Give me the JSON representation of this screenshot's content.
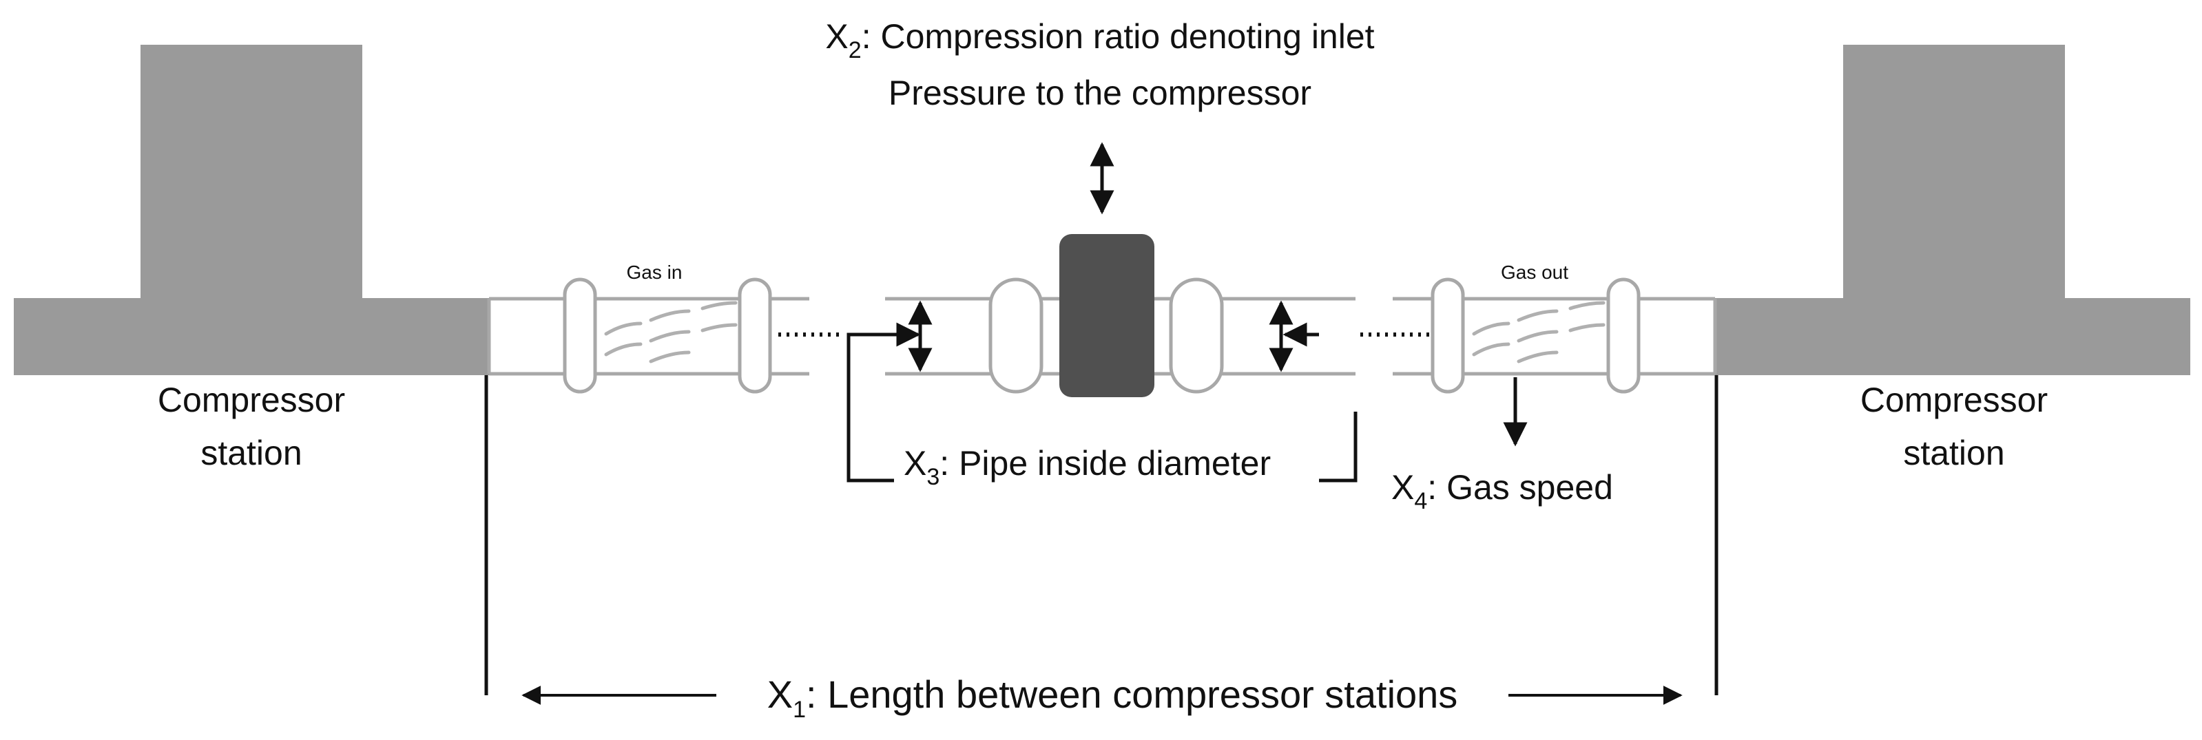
{
  "diagram": {
    "stations": {
      "left": {
        "line1": "Compressor",
        "line2": "station"
      },
      "right": {
        "line1": "Compressor",
        "line2": "station"
      }
    },
    "pipe_labels": {
      "gas_in": "Gas in",
      "gas_out": "Gas out"
    },
    "variables": {
      "x1": {
        "symbol": "X",
        "index": "1",
        "text": ": Length between compressor stations"
      },
      "x2": {
        "symbol": "X",
        "index": "2",
        "text": ": Compression ratio denoting inlet",
        "line2": "Pressure to the compressor"
      },
      "x3": {
        "symbol": "X",
        "index": "3",
        "text": ": Pipe inside diameter"
      },
      "x4": {
        "symbol": "X",
        "index": "4",
        "text": ": Gas speed"
      }
    },
    "colors": {
      "station": "#9a9a9a",
      "pipe_outline": "#a8a8a8",
      "compressor_block": "#505050",
      "ink": "#111111",
      "flow_marks": "#b0b0b0"
    }
  }
}
